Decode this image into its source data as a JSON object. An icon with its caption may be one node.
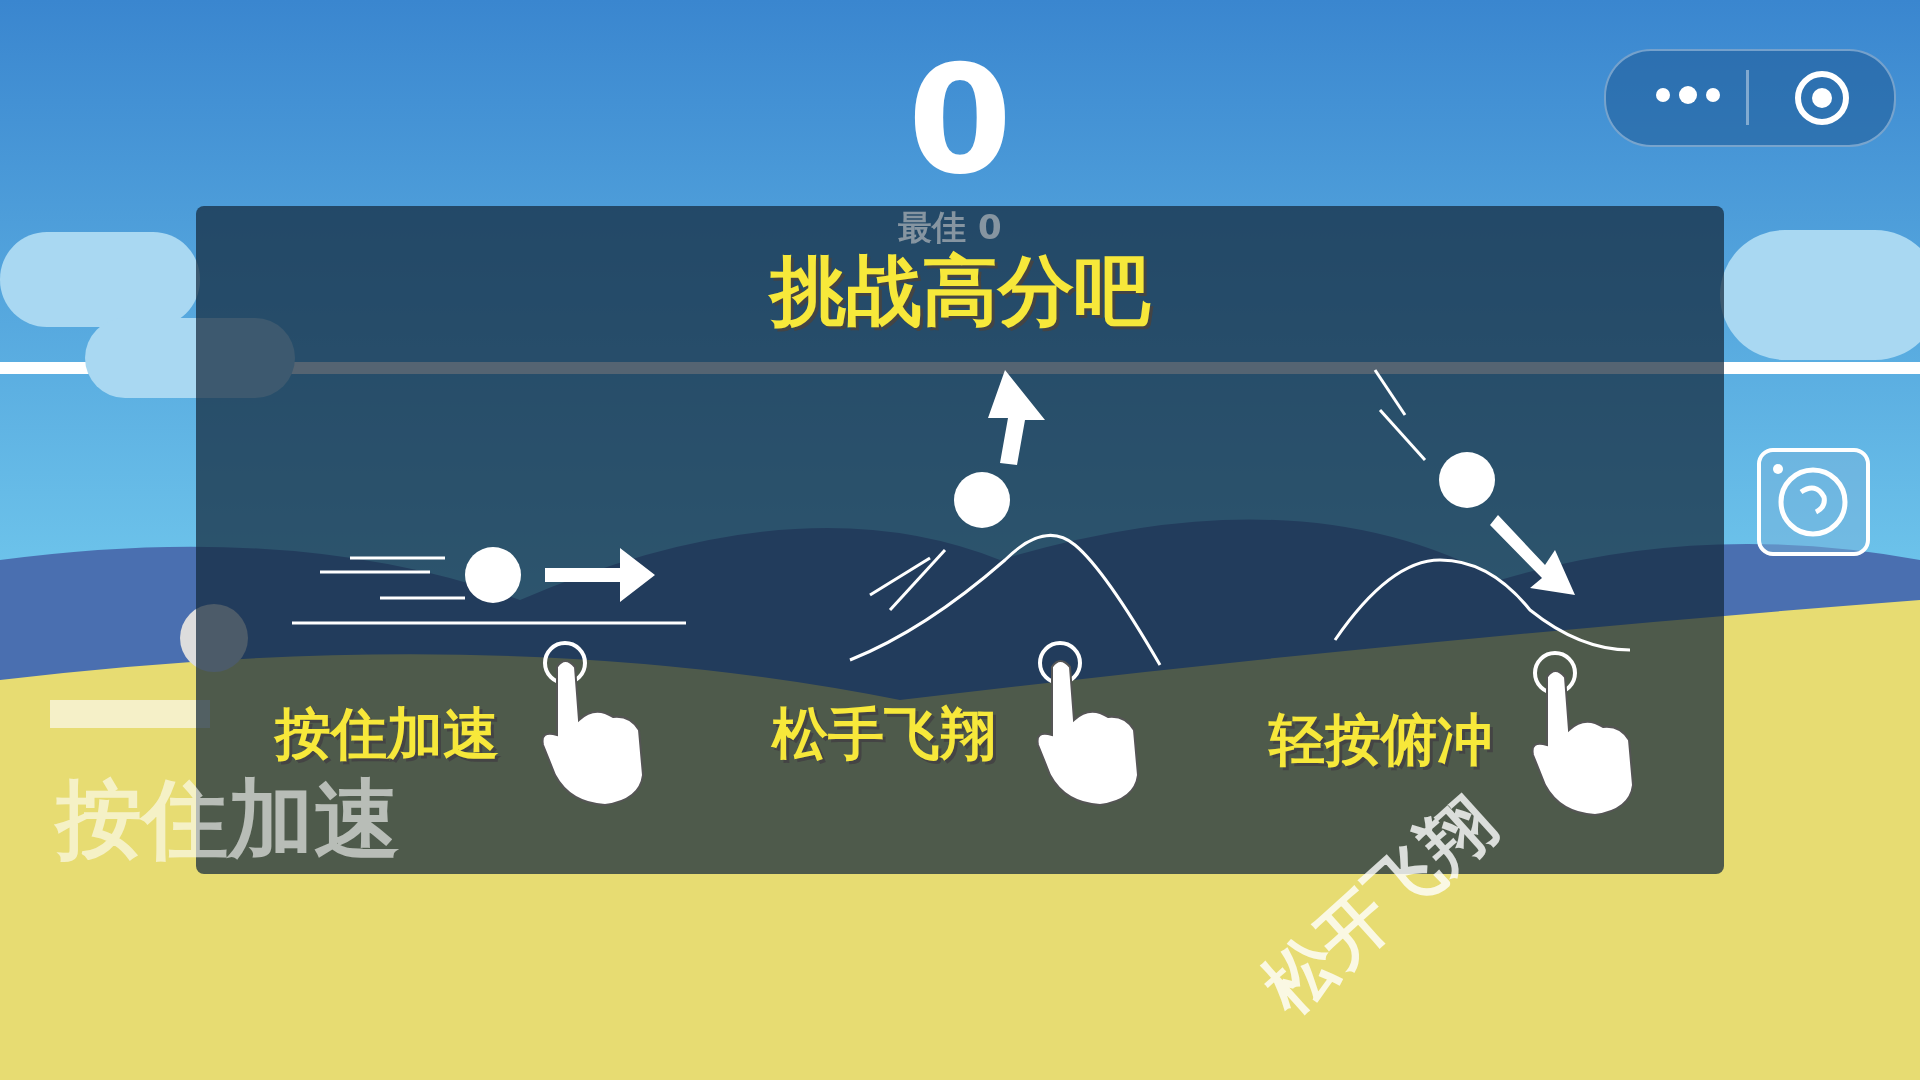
{
  "diagram": {
    "title": "挑战高分吧",
    "labels": [
      "0",
      "最佳 0",
      "按住加速",
      "松手飞翔",
      "轻按俯冲",
      "按住加速",
      "松开飞翔"
    ]
  }
}
